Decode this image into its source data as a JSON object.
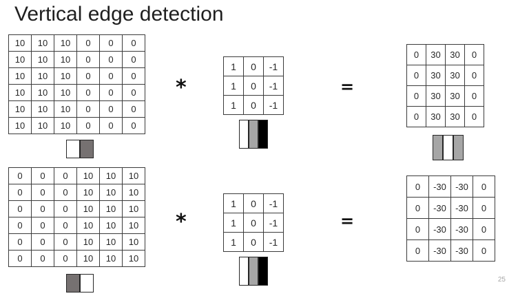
{
  "slide": {
    "title": "Vertical edge detection",
    "page_number": "25"
  },
  "colors": {
    "border": "#3a3a3a",
    "text": "#262626",
    "dark_gray": "#767171",
    "medium_gray": "#a6a6a6",
    "black": "#000000",
    "white": "#ffffff"
  },
  "rows": [
    {
      "input_matrix": [
        [
          "10",
          "10",
          "10",
          "0",
          "0",
          "0"
        ],
        [
          "10",
          "10",
          "10",
          "0",
          "0",
          "0"
        ],
        [
          "10",
          "10",
          "10",
          "0",
          "0",
          "0"
        ],
        [
          "10",
          "10",
          "10",
          "0",
          "0",
          "0"
        ],
        [
          "10",
          "10",
          "10",
          "0",
          "0",
          "0"
        ],
        [
          "10",
          "10",
          "10",
          "0",
          "0",
          "0"
        ]
      ],
      "input_viz": [
        "#ffffff",
        "#767171"
      ],
      "operator": "*",
      "filter_matrix": [
        [
          "1",
          "0",
          "-1"
        ],
        [
          "1",
          "0",
          "-1"
        ],
        [
          "1",
          "0",
          "-1"
        ]
      ],
      "filter_viz": [
        "#ffffff",
        "#a6a6a6",
        "#000000"
      ],
      "equals": "=",
      "result_matrix": [
        [
          "0",
          "30",
          "30",
          "0"
        ],
        [
          "0",
          "30",
          "30",
          "0"
        ],
        [
          "0",
          "30",
          "30",
          "0"
        ],
        [
          "0",
          "30",
          "30",
          "0"
        ]
      ],
      "result_viz": [
        "#a6a6a6",
        "#ffffff",
        "#a6a6a6"
      ]
    },
    {
      "input_matrix": [
        [
          "0",
          "0",
          "0",
          "10",
          "10",
          "10"
        ],
        [
          "0",
          "0",
          "0",
          "10",
          "10",
          "10"
        ],
        [
          "0",
          "0",
          "0",
          "10",
          "10",
          "10"
        ],
        [
          "0",
          "0",
          "0",
          "10",
          "10",
          "10"
        ],
        [
          "0",
          "0",
          "0",
          "10",
          "10",
          "10"
        ],
        [
          "0",
          "0",
          "0",
          "10",
          "10",
          "10"
        ]
      ],
      "input_viz": [
        "#767171",
        "#ffffff"
      ],
      "operator": "*",
      "filter_matrix": [
        [
          "1",
          "0",
          "-1"
        ],
        [
          "1",
          "0",
          "-1"
        ],
        [
          "1",
          "0",
          "-1"
        ]
      ],
      "filter_viz": [
        "#ffffff",
        "#a6a6a6",
        "#000000"
      ],
      "equals": "=",
      "result_matrix": [
        [
          "0",
          "-30",
          "-30",
          "0"
        ],
        [
          "0",
          "-30",
          "-30",
          "0"
        ],
        [
          "0",
          "-30",
          "-30",
          "0"
        ],
        [
          "0",
          "-30",
          "-30",
          "0"
        ]
      ],
      "result_viz": null
    }
  ]
}
